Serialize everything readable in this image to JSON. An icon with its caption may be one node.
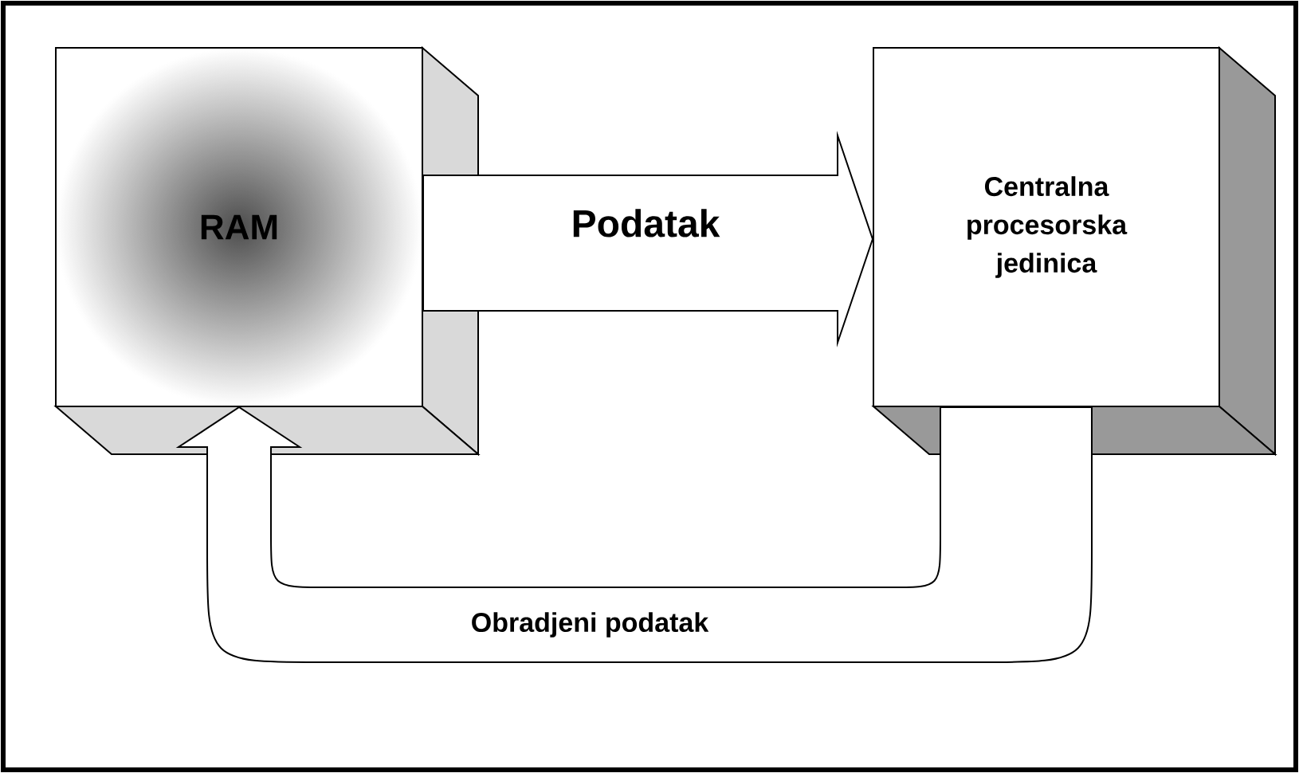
{
  "diagram": {
    "nodes": [
      {
        "text": [
          "RAM"
        ]
      },
      {
        "text": [
          "Centralna procesorska jedinica"
        ]
      }
    ],
    "edges": [
      {
        "from": 0,
        "to": 1,
        "arrow": "to",
        "label": "Podatak"
      },
      {
        "from": 1,
        "to": 0,
        "arrow": "to",
        "label": "Obradjeni podatak"
      }
    ]
  }
}
